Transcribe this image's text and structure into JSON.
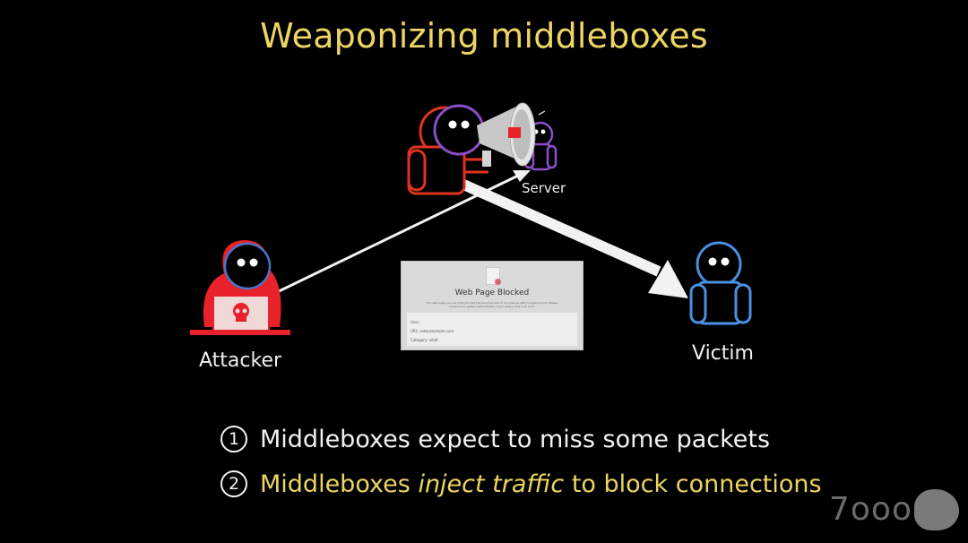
{
  "slide": {
    "title": "Weaponizing middleboxes",
    "colors": {
      "title": "#ecd562",
      "attacker": "#e8222a",
      "victim": "#4a90e2",
      "server": "#8a4fc8",
      "middlebox": "#e0331f",
      "arrow": "#f2f2f2"
    }
  },
  "actors": {
    "attacker": {
      "label": "Attacker",
      "icon": "hooded-hacker-laptop-skull-icon"
    },
    "victim": {
      "label": "Victim",
      "icon": "person-icon"
    },
    "server": {
      "label": "Server",
      "icon": "person-icon"
    },
    "middlebox": {
      "icon": "person-megaphone-icon"
    }
  },
  "blocked_page": {
    "title": "Web Page Blocked",
    "description": "The web page you are trying to visit has been blocked in accordance with company policy. Please contact your system administrator if you believe this is an error.",
    "fields": [
      "User:",
      "URL: www.example.com",
      "Category: adult"
    ]
  },
  "bullets": [
    {
      "number": "1",
      "text": "Middleboxes expect to miss some packets"
    },
    {
      "number": "2",
      "text_before": "Middleboxes ",
      "text_italic": "inject traffic",
      "text_after": " to block connections"
    }
  ],
  "watermark": "7ooo"
}
